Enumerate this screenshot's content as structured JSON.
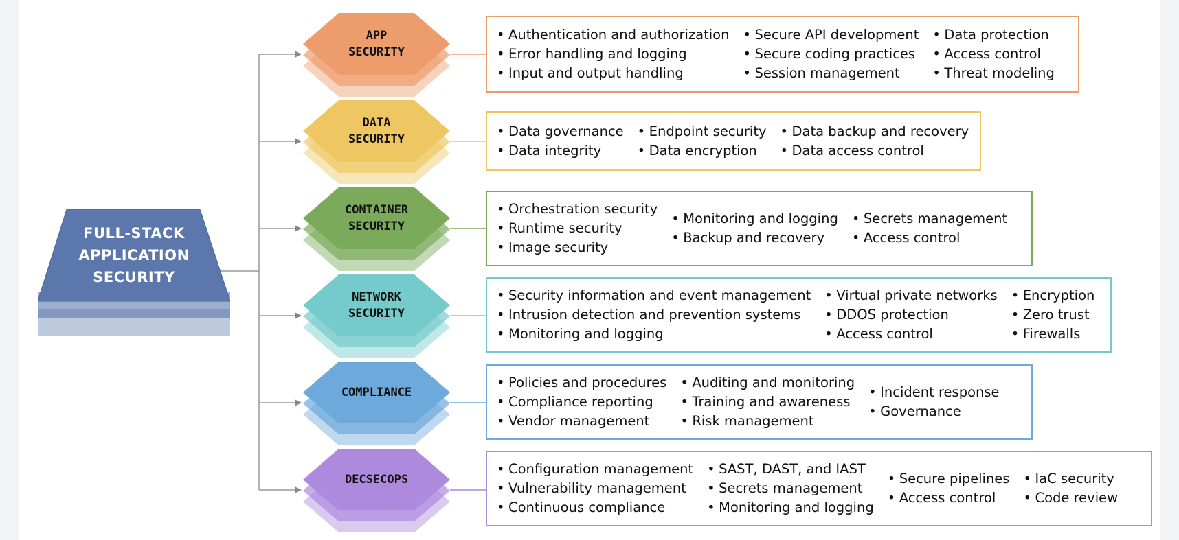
{
  "root": {
    "lines": [
      "FULL-STACK",
      "APPLICATION",
      "SECURITY"
    ],
    "color": "#5b77ab"
  },
  "layers": [
    {
      "id": "app",
      "title": [
        "APP",
        "SECURITY"
      ],
      "color": "#ed9c6c",
      "columns": [
        [
          "Authentication and authorization",
          "Error handling and logging",
          "Input and output handling"
        ],
        [
          "Secure API development",
          "Secure coding practices",
          "Session management"
        ],
        [
          "Data protection",
          "Access control",
          "Threat modeling"
        ]
      ]
    },
    {
      "id": "data",
      "title": [
        "DATA",
        "SECURITY"
      ],
      "color": "#eec763",
      "columns": [
        [
          "Data governance",
          "Data integrity"
        ],
        [
          "Endpoint security",
          "Data encryption"
        ],
        [
          "Data backup and recovery",
          "Data access control"
        ]
      ]
    },
    {
      "id": "container",
      "title": [
        "CONTAINER",
        "SECURITY"
      ],
      "color": "#7bab5a",
      "columns": [
        [
          "Orchestration security",
          "Runtime security",
          "Image security"
        ],
        [
          "Monitoring and logging",
          "Backup and recovery"
        ],
        [
          "Secrets management",
          "Access control"
        ]
      ]
    },
    {
      "id": "network",
      "title": [
        "NETWORK",
        "SECURITY"
      ],
      "color": "#75cbcb",
      "columns": [
        [
          "Security information and event management",
          "Intrusion detection and prevention systems",
          "Monitoring and logging"
        ],
        [
          "Virtual private networks",
          "DDOS protection",
          "Access control"
        ],
        [
          "Encryption",
          "Zero trust",
          "Firewalls"
        ]
      ]
    },
    {
      "id": "compliance",
      "title": [
        "COMPLIANCE"
      ],
      "color": "#6ea9dc",
      "columns": [
        [
          "Policies and procedures",
          "Compliance reporting",
          "Vendor management"
        ],
        [
          "Auditing and monitoring",
          "Training and awareness",
          "Risk management"
        ],
        [
          "Incident response",
          "Governance"
        ]
      ]
    },
    {
      "id": "decsecops",
      "title": [
        "DECSECOPS"
      ],
      "color": "#ae8ade",
      "columns": [
        [
          "Configuration management",
          "Vulnerability management",
          "Continuous compliance"
        ],
        [
          "SAST, DAST, and IAST",
          "Secrets management",
          "Monitoring and logging"
        ],
        [
          "Secure pipelines",
          "Access control"
        ],
        [
          "IaC security",
          "Code review"
        ]
      ]
    }
  ]
}
